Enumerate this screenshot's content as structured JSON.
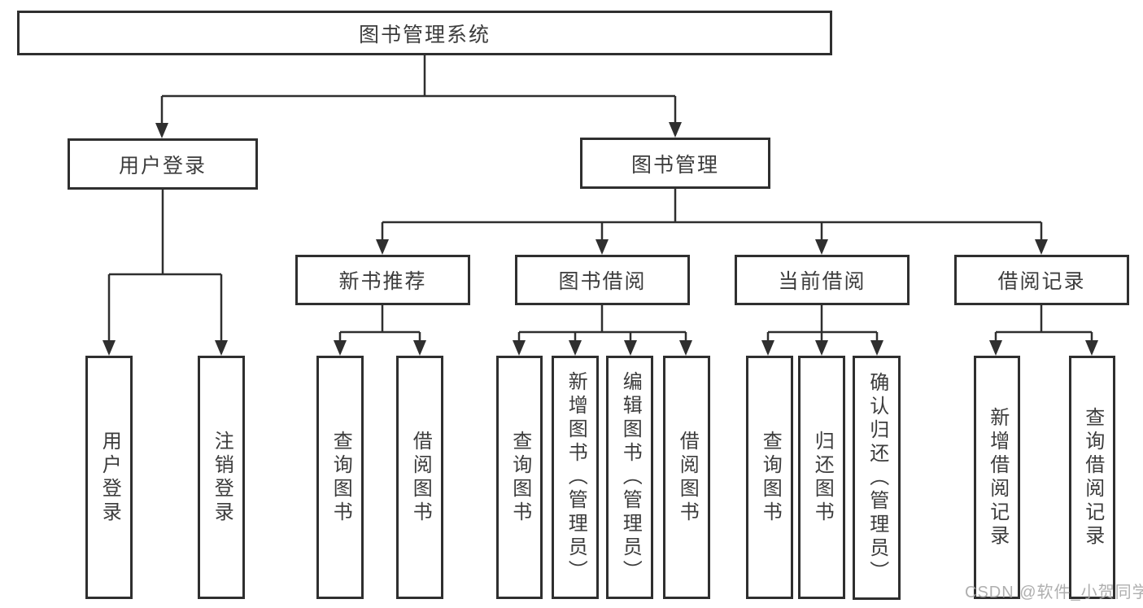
{
  "diagram": {
    "root": {
      "label": "图书管理系统"
    },
    "level2": [
      {
        "label": "用户登录",
        "children": [
          {
            "label": "用户登录"
          },
          {
            "label": "注销登录"
          }
        ]
      },
      {
        "label": "图书管理",
        "children": [
          {
            "label": "新书推荐",
            "children": [
              {
                "label": "查询图书"
              },
              {
                "label": "借阅图书"
              }
            ]
          },
          {
            "label": "图书借阅",
            "children": [
              {
                "label": "查询图书"
              },
              {
                "label": "新增图书（管理员）"
              },
              {
                "label": "编辑图书（管理员）"
              },
              {
                "label": "借阅图书"
              }
            ]
          },
          {
            "label": "当前借阅",
            "children": [
              {
                "label": "查询图书"
              },
              {
                "label": "归还图书"
              },
              {
                "label": "确认归还（管理员）"
              }
            ]
          },
          {
            "label": "借阅记录",
            "children": [
              {
                "label": "新增借阅记录"
              },
              {
                "label": "查询借阅记录"
              }
            ]
          }
        ]
      }
    ]
  },
  "watermark": {
    "text": "CSDN @软件_小贺同学",
    "color": "#a8a8a8"
  },
  "colors": {
    "line": "#2f2f2f",
    "box_border": "#2f2f2f",
    "box_bg": "#ffffff",
    "text": "#3c3c3c"
  }
}
